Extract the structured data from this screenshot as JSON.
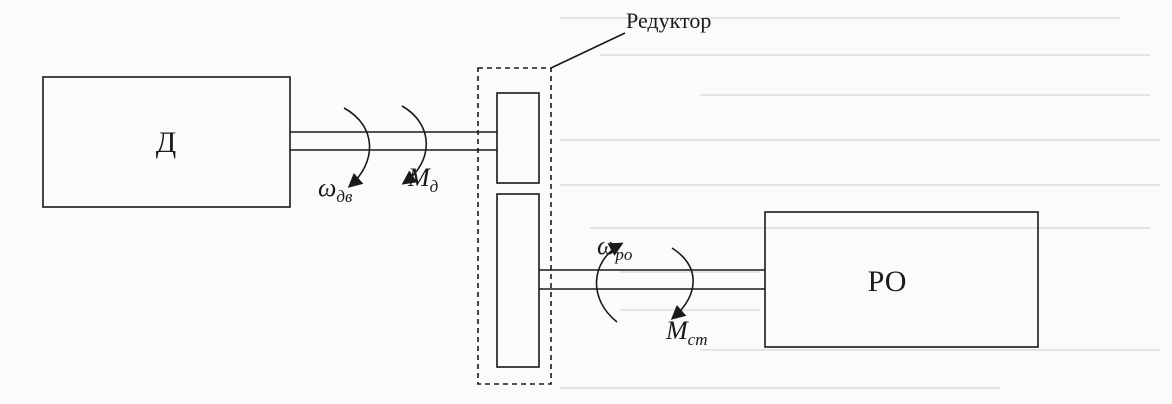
{
  "diagram": {
    "motor_label": "Д",
    "working_body_label": "РО",
    "gearbox_label": "Редуктор",
    "motor_speed": {
      "symbol": "ω",
      "subscript": "дв"
    },
    "motor_torque": {
      "symbol": "M",
      "subscript": "д"
    },
    "output_speed": {
      "symbol": "ω",
      "subscript": "ро"
    },
    "load_torque": {
      "symbol": "M",
      "subscript": "ст"
    }
  }
}
